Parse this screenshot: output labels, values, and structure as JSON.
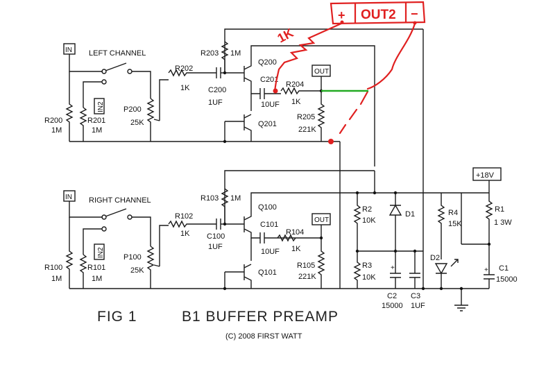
{
  "title": "FIG 1",
  "subtitle": "B1 BUFFER PREAMP",
  "copyright": "(C) 2008 FIRST WATT",
  "left": {
    "channel": "LEFT CHANNEL",
    "in": "IN",
    "in2": "IN2",
    "r200": "R200",
    "r200v": "1M",
    "r201": "R201",
    "r201v": "1M",
    "p200": "P200",
    "p200v": "25K",
    "r202": "R202",
    "r202v": "1K",
    "c200": "C200",
    "c200v": "1UF",
    "r203": "R203",
    "r203v": "1M",
    "q200": "Q200",
    "q201": "Q201",
    "c201": "C201",
    "c201v": "10UF",
    "r204": "R204",
    "r204v": "1K",
    "r205": "R205",
    "r205v": "221K",
    "out": "OUT"
  },
  "right": {
    "channel": "RIGHT CHANNEL",
    "in": "IN",
    "in2": "IN2",
    "r100": "R100",
    "r100v": "1M",
    "r101": "R101",
    "r101v": "1M",
    "p100": "P100",
    "p100v": "25K",
    "r102": "R102",
    "r102v": "1K",
    "c100": "C100",
    "c100v": "1UF",
    "r103": "R103",
    "r103v": "1M",
    "q100": "Q100",
    "q101": "Q101",
    "c101": "C101",
    "c101v": "10UF",
    "r104": "R104",
    "r104v": "1K",
    "r105": "R105",
    "r105v": "221K",
    "out": "OUT"
  },
  "supply": {
    "v18": "+18V",
    "r1": "R1",
    "r1v": "1 3W",
    "c1": "C1",
    "c1v": "15000",
    "r2": "R2",
    "r2v": "10K",
    "r3": "R3",
    "r3v": "10K",
    "d1": "D1",
    "r4": "R4",
    "r4v": "15K",
    "d2": "D2",
    "c2": "C2",
    "c2v": "15000",
    "c3": "C3",
    "c3v": "1UF"
  },
  "annotations": {
    "out2": "OUT2",
    "plus": "+",
    "minus": "−",
    "res": "1K"
  },
  "colors": {
    "wire": "#1a1a1a",
    "annotation_red": "#e02020",
    "annotation_green": "#22aa22"
  }
}
